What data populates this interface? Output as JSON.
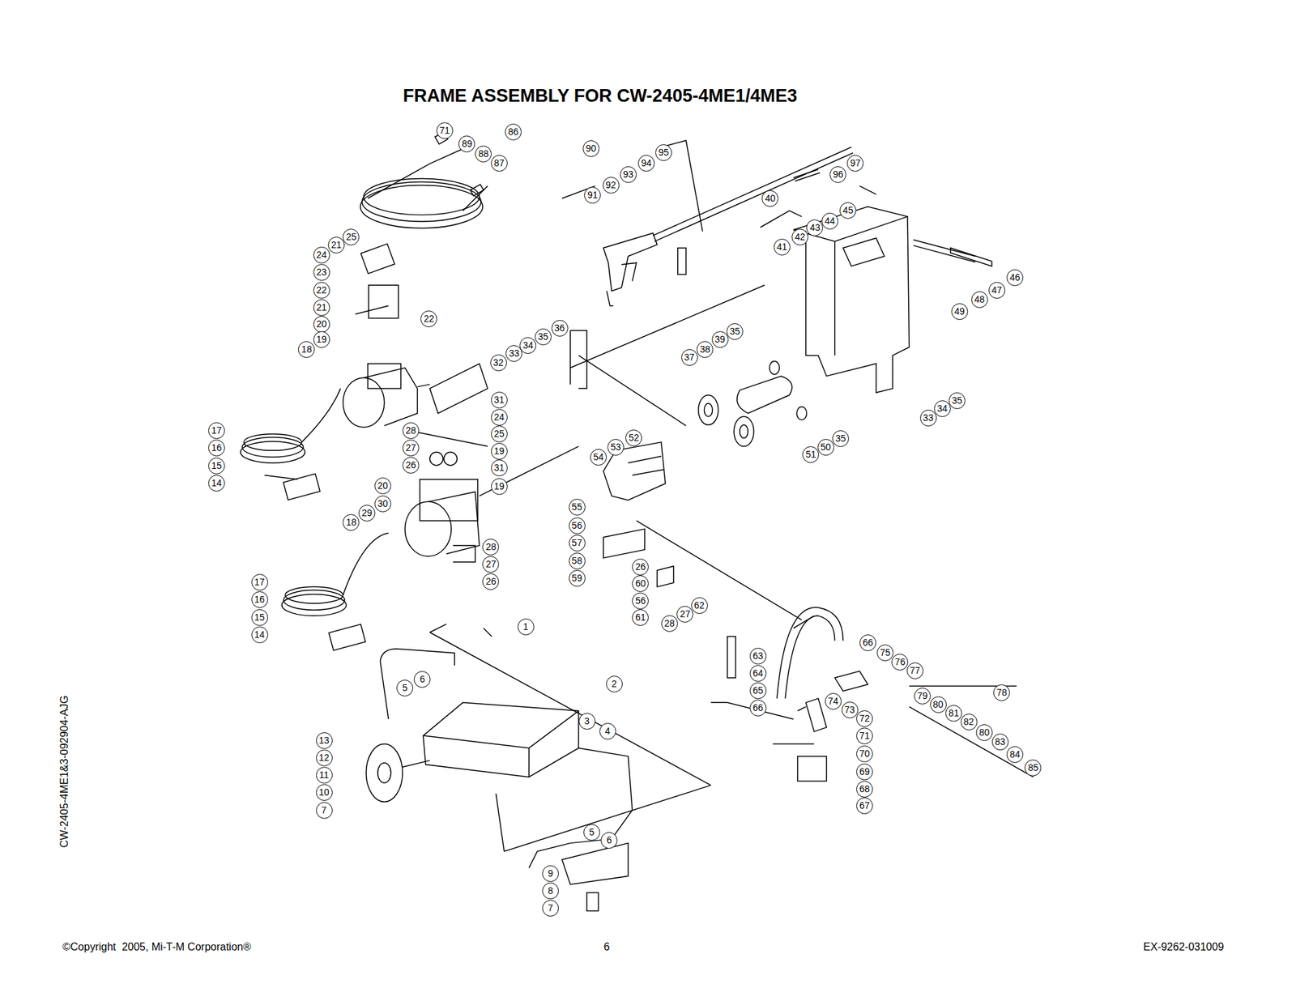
{
  "diagram": {
    "title": "FRAME ASSEMBLY FOR CW-2405-4ME1/4ME3",
    "labels": [
      "71",
      "86",
      "89",
      "88",
      "87",
      "90",
      "95",
      "94",
      "93",
      "92",
      "91",
      "97",
      "96",
      "40",
      "45",
      "44",
      "43",
      "42",
      "41",
      "46",
      "47",
      "48",
      "49",
      "25",
      "21",
      "24",
      "23",
      "22",
      "22",
      "21",
      "20",
      "19",
      "18",
      "36",
      "35",
      "34",
      "33",
      "32",
      "35",
      "39",
      "38",
      "37",
      "35",
      "34",
      "33",
      "31",
      "24",
      "25",
      "19",
      "31",
      "19",
      "28",
      "27",
      "26",
      "17",
      "16",
      "15",
      "14",
      "54",
      "53",
      "52",
      "51",
      "50",
      "35",
      "20",
      "30",
      "29",
      "18",
      "55",
      "56",
      "57",
      "58",
      "59",
      "28",
      "27",
      "26",
      "26",
      "60",
      "56",
      "61",
      "62",
      "27",
      "28",
      "17",
      "16",
      "15",
      "14",
      "1",
      "2",
      "3",
      "4",
      "5",
      "6",
      "13",
      "12",
      "11",
      "10",
      "7",
      "63",
      "64",
      "65",
      "66",
      "66",
      "75",
      "76",
      "77",
      "78",
      "79",
      "80",
      "81",
      "82",
      "80",
      "83",
      "84",
      "85",
      "74",
      "73",
      "72",
      "71",
      "70",
      "69",
      "68",
      "67",
      "5",
      "6",
      "9",
      "8",
      "7",
      "©Copyright  2005, Mi-T-M Corporation®",
      "6",
      "EX-9262-031009",
      "CW-2405-4ME1&3-092904-AJG"
    ]
  }
}
